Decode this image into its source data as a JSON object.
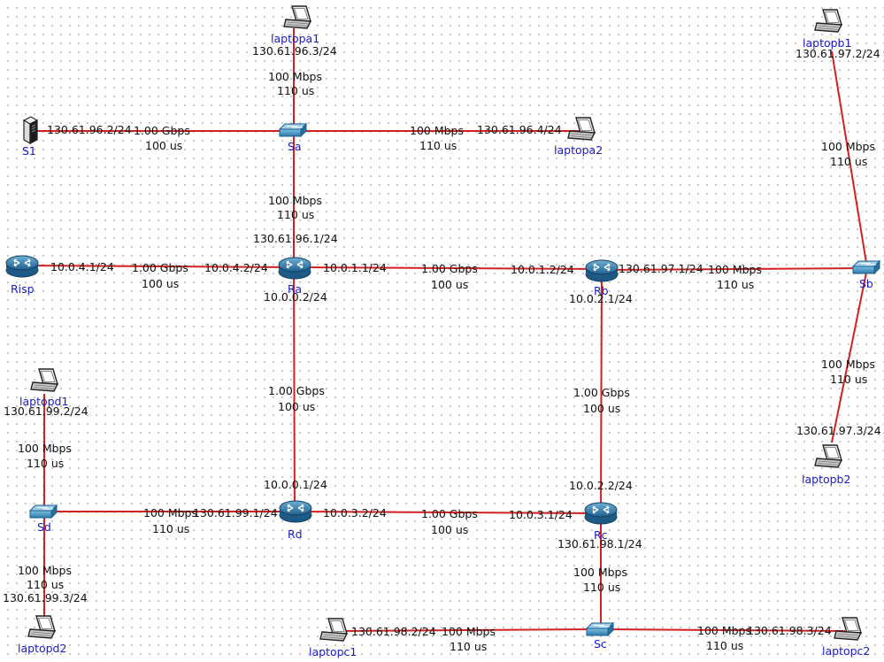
{
  "nodes": {
    "s1": "S1",
    "sa": "Sa",
    "sb": "Sb",
    "sc": "Sc",
    "sd": "Sd",
    "risp": "Risp",
    "ra": "Ra",
    "rb": "Rb",
    "rc": "Rc",
    "rd": "Rd",
    "laptopa1": "laptopa1",
    "laptopa2": "laptopa2",
    "laptopb1": "laptopb1",
    "laptopb2": "laptopb2",
    "laptopc1": "laptopc1",
    "laptopc2": "laptopc2",
    "laptopd1": "laptopd1",
    "laptopd2": "laptopd2"
  },
  "addresses": {
    "laptopa1": "130.61.96.3/24",
    "s1": "130.61.96.2/24",
    "laptopa2": "130.61.96.4/24",
    "ra_sa": "130.61.96.1/24",
    "laptopb1": "130.61.97.2/24",
    "laptopb2": "130.61.97.3/24",
    "rb_sb": "130.61.97.1/24",
    "risp_ra": "10.0.4.1/24",
    "ra_risp": "10.0.4.2/24",
    "ra_rb": "10.0.1.1/24",
    "rb_ra": "10.0.1.2/24",
    "ra_rd": "10.0.0.2/24",
    "rd_ra": "10.0.0.1/24",
    "rb_rc": "10.0.2.1/24",
    "rc_rb": "10.0.2.2/24",
    "rd_rc": "10.0.3.2/24",
    "rc_rd": "10.0.3.1/24",
    "rc_sc": "130.61.98.1/24",
    "laptopc1": "130.61.98.2/24",
    "laptopc2": "130.61.98.3/24",
    "rd_sd": "130.61.99.1/24",
    "laptopd1": "130.61.99.2/24",
    "laptopd2": "130.61.99.3/24"
  },
  "links": {
    "sa_laptopa1": {
      "bw": "100 Mbps",
      "delay": "110 us"
    },
    "s1_sa": {
      "bw": "1.00 Gbps",
      "delay": "100 us"
    },
    "sa_laptopa2": {
      "bw": "100 Mbps",
      "delay": "110 us"
    },
    "sa_ra": {
      "bw": "100 Mbps",
      "delay": "110 us"
    },
    "sb_laptopb1": {
      "bw": "100 Mbps",
      "delay": "110 us"
    },
    "sb_laptopb2": {
      "bw": "100 Mbps",
      "delay": "110 us"
    },
    "rb_sb": {
      "bw": "100 Mbps",
      "delay": "110 us"
    },
    "risp_ra": {
      "bw": "1.00 Gbps",
      "delay": "100 us"
    },
    "ra_rb": {
      "bw": "1.00 Gbps",
      "delay": "100 us"
    },
    "ra_rd": {
      "bw": "1.00 Gbps",
      "delay": "100 us"
    },
    "rb_rc": {
      "bw": "1.00 Gbps",
      "delay": "100 us"
    },
    "rd_rc": {
      "bw": "1.00 Gbps",
      "delay": "100 us"
    },
    "rc_sc": {
      "bw": "100 Mbps",
      "delay": "110 us"
    },
    "sc_laptopc1": {
      "bw": "100 Mbps",
      "delay": "110 us"
    },
    "sc_laptopc2": {
      "bw": "100 Mbps",
      "delay": "110 us"
    },
    "sd_rd": {
      "bw": "100 Mbps",
      "delay": "110 us"
    },
    "sd_laptopd1": {
      "bw": "100 Mbps",
      "delay": "110 us"
    },
    "sd_laptopd2": {
      "bw": "100 Mbps",
      "delay": "110 us"
    }
  }
}
